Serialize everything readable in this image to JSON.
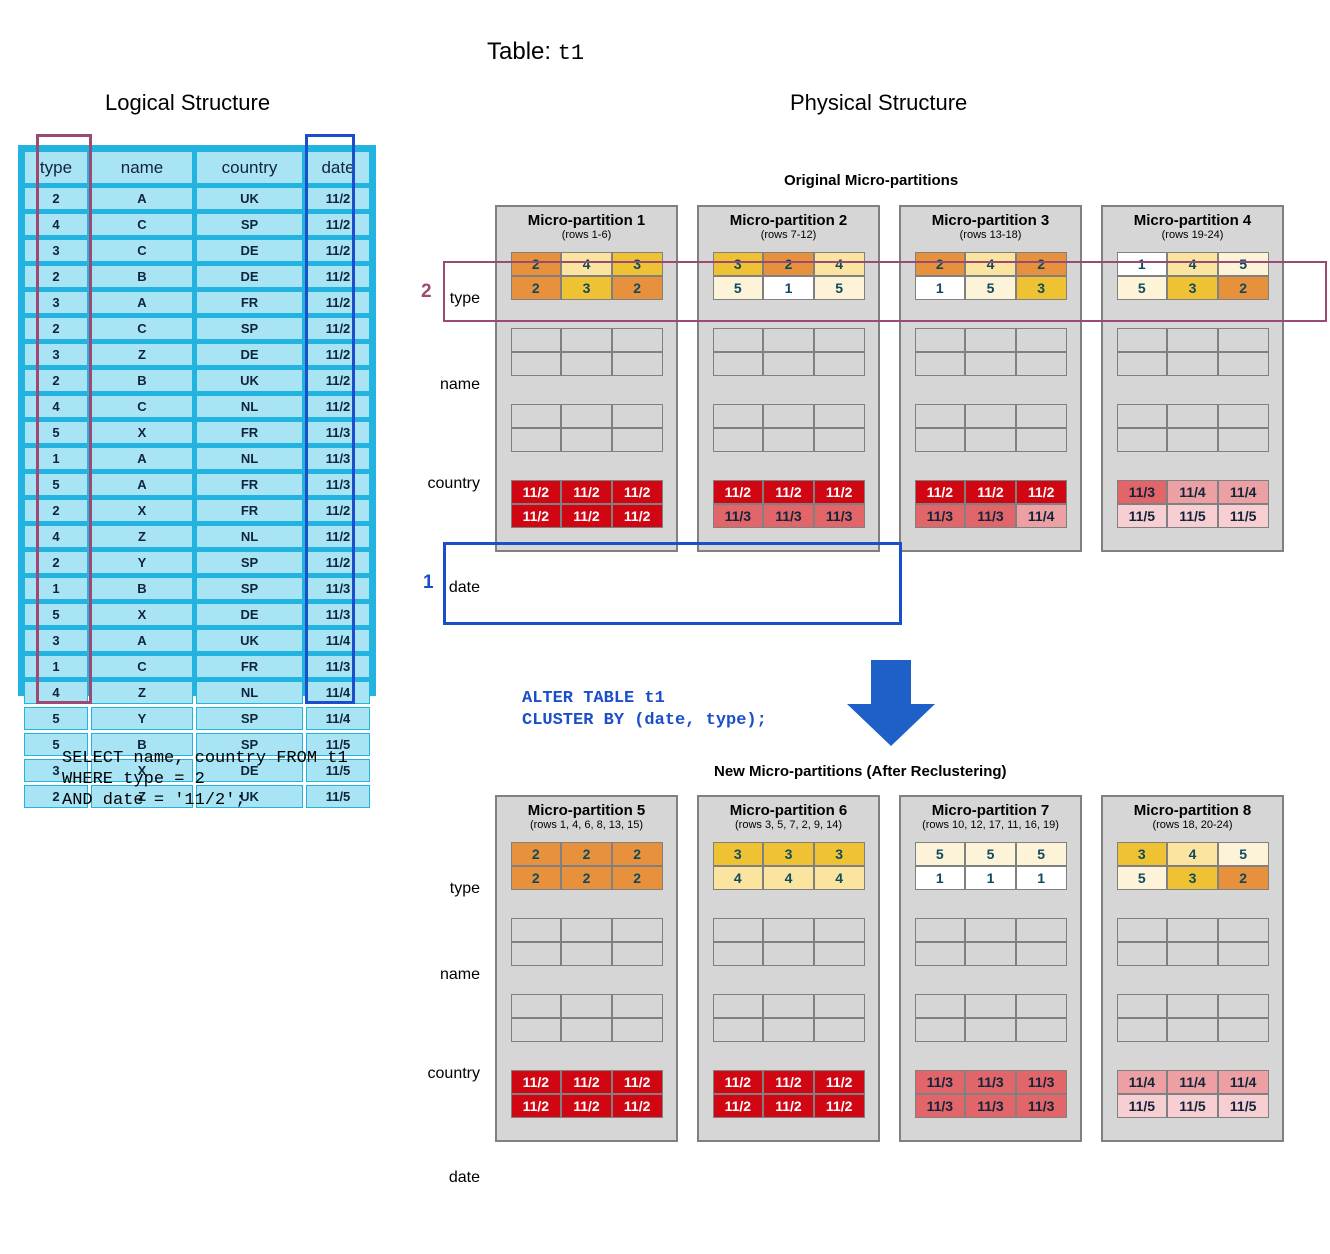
{
  "title": {
    "prefix": "Table:",
    "table": "t1"
  },
  "headings": {
    "logical": "Logical Structure",
    "physical": "Physical Structure",
    "original": "Original Micro-partitions",
    "new": "New Micro-partitions (After Reclustering)"
  },
  "logical_table": {
    "columns": [
      "type",
      "name",
      "country",
      "date"
    ],
    "rows": [
      [
        "2",
        "A",
        "UK",
        "11/2"
      ],
      [
        "4",
        "C",
        "SP",
        "11/2"
      ],
      [
        "3",
        "C",
        "DE",
        "11/2"
      ],
      [
        "2",
        "B",
        "DE",
        "11/2"
      ],
      [
        "3",
        "A",
        "FR",
        "11/2"
      ],
      [
        "2",
        "C",
        "SP",
        "11/2"
      ],
      [
        "3",
        "Z",
        "DE",
        "11/2"
      ],
      [
        "2",
        "B",
        "UK",
        "11/2"
      ],
      [
        "4",
        "C",
        "NL",
        "11/2"
      ],
      [
        "5",
        "X",
        "FR",
        "11/3"
      ],
      [
        "1",
        "A",
        "NL",
        "11/3"
      ],
      [
        "5",
        "A",
        "FR",
        "11/3"
      ],
      [
        "2",
        "X",
        "FR",
        "11/2"
      ],
      [
        "4",
        "Z",
        "NL",
        "11/2"
      ],
      [
        "2",
        "Y",
        "SP",
        "11/2"
      ],
      [
        "1",
        "B",
        "SP",
        "11/3"
      ],
      [
        "5",
        "X",
        "DE",
        "11/3"
      ],
      [
        "3",
        "A",
        "UK",
        "11/4"
      ],
      [
        "1",
        "C",
        "FR",
        "11/3"
      ],
      [
        "4",
        "Z",
        "NL",
        "11/4"
      ],
      [
        "5",
        "Y",
        "SP",
        "11/4"
      ],
      [
        "5",
        "B",
        "SP",
        "11/5"
      ],
      [
        "3",
        "X",
        "DE",
        "11/5"
      ],
      [
        "2",
        "Z",
        "UK",
        "11/5"
      ]
    ],
    "highlights": {
      "type_column": "#9c4a74",
      "date_column": "#1b4ec9"
    }
  },
  "queries": {
    "select": "SELECT name, country FROM t1\nWHERE type = 2\nAND date = '11/2';",
    "alter": "ALTER TABLE t1\nCLUSTER BY (date, type);"
  },
  "row_labels": [
    "type",
    "name",
    "country",
    "date"
  ],
  "highlight_markers": {
    "type_row": "2",
    "date_row": "1"
  },
  "original_partitions": [
    {
      "title": "Micro-partition 1",
      "rows": "(rows 1-6)",
      "type": [
        [
          "2",
          "4",
          "3"
        ],
        [
          "2",
          "3",
          "2"
        ]
      ],
      "name": [
        [
          "",
          "",
          ""
        ],
        [
          "",
          "",
          ""
        ]
      ],
      "country": [
        [
          "",
          "",
          ""
        ],
        [
          "",
          "",
          ""
        ]
      ],
      "date": [
        [
          "11/2",
          "11/2",
          "11/2"
        ],
        [
          "11/2",
          "11/2",
          "11/2"
        ]
      ]
    },
    {
      "title": "Micro-partition 2",
      "rows": "(rows 7-12)",
      "type": [
        [
          "3",
          "2",
          "4"
        ],
        [
          "5",
          "1",
          "5"
        ]
      ],
      "name": [
        [
          "",
          "",
          ""
        ],
        [
          "",
          "",
          ""
        ]
      ],
      "country": [
        [
          "",
          "",
          ""
        ],
        [
          "",
          "",
          ""
        ]
      ],
      "date": [
        [
          "11/2",
          "11/2",
          "11/2"
        ],
        [
          "11/3",
          "11/3",
          "11/3"
        ]
      ]
    },
    {
      "title": "Micro-partition 3",
      "rows": "(rows 13-18)",
      "type": [
        [
          "2",
          "4",
          "2"
        ],
        [
          "1",
          "5",
          "3"
        ]
      ],
      "name": [
        [
          "",
          "",
          ""
        ],
        [
          "",
          "",
          ""
        ]
      ],
      "country": [
        [
          "",
          "",
          ""
        ],
        [
          "",
          "",
          ""
        ]
      ],
      "date": [
        [
          "11/2",
          "11/2",
          "11/2"
        ],
        [
          "11/3",
          "11/3",
          "11/4"
        ]
      ]
    },
    {
      "title": "Micro-partition 4",
      "rows": "(rows 19-24)",
      "type": [
        [
          "1",
          "4",
          "5"
        ],
        [
          "5",
          "3",
          "2"
        ]
      ],
      "name": [
        [
          "",
          "",
          ""
        ],
        [
          "",
          "",
          ""
        ]
      ],
      "country": [
        [
          "",
          "",
          ""
        ],
        [
          "",
          "",
          ""
        ]
      ],
      "date": [
        [
          "11/3",
          "11/4",
          "11/4"
        ],
        [
          "11/5",
          "11/5",
          "11/5"
        ]
      ]
    }
  ],
  "new_partitions": [
    {
      "title": "Micro-partition 5",
      "rows": "(rows 1, 4, 6, 8, 13, 15)",
      "type": [
        [
          "2",
          "2",
          "2"
        ],
        [
          "2",
          "2",
          "2"
        ]
      ],
      "name": [
        [
          "",
          "",
          ""
        ],
        [
          "",
          "",
          ""
        ]
      ],
      "country": [
        [
          "",
          "",
          ""
        ],
        [
          "",
          "",
          ""
        ]
      ],
      "date": [
        [
          "11/2",
          "11/2",
          "11/2"
        ],
        [
          "11/2",
          "11/2",
          "11/2"
        ]
      ]
    },
    {
      "title": "Micro-partition 6",
      "rows": "(rows 3, 5, 7, 2, 9, 14)",
      "type": [
        [
          "3",
          "3",
          "3"
        ],
        [
          "4",
          "4",
          "4"
        ]
      ],
      "name": [
        [
          "",
          "",
          ""
        ],
        [
          "",
          "",
          ""
        ]
      ],
      "country": [
        [
          "",
          "",
          ""
        ],
        [
          "",
          "",
          ""
        ]
      ],
      "date": [
        [
          "11/2",
          "11/2",
          "11/2"
        ],
        [
          "11/2",
          "11/2",
          "11/2"
        ]
      ]
    },
    {
      "title": "Micro-partition 7",
      "rows": "(rows 10, 12, 17, 11, 16, 19)",
      "type": [
        [
          "5",
          "5",
          "5"
        ],
        [
          "1",
          "1",
          "1"
        ]
      ],
      "name": [
        [
          "",
          "",
          ""
        ],
        [
          "",
          "",
          ""
        ]
      ],
      "country": [
        [
          "",
          "",
          ""
        ],
        [
          "",
          "",
          ""
        ]
      ],
      "date": [
        [
          "11/3",
          "11/3",
          "11/3"
        ],
        [
          "11/3",
          "11/3",
          "11/3"
        ]
      ]
    },
    {
      "title": "Micro-partition 8",
      "rows": "(rows 18, 20-24)",
      "type": [
        [
          "3",
          "4",
          "5"
        ],
        [
          "5",
          "3",
          "2"
        ]
      ],
      "name": [
        [
          "",
          "",
          ""
        ],
        [
          "",
          "",
          ""
        ]
      ],
      "country": [
        [
          "",
          "",
          ""
        ],
        [
          "",
          "",
          ""
        ]
      ],
      "date": [
        [
          "11/4",
          "11/4",
          "11/4"
        ],
        [
          "11/5",
          "11/5",
          "11/5"
        ]
      ]
    }
  ],
  "colors": {
    "type_1": "#ffffff",
    "type_2": "#e8913c",
    "type_3": "#efc234",
    "type_4": "#fbe3a0",
    "type_5": "#fdf3d8",
    "date_11_2": "#d00713",
    "date_11_3": "#e2656a",
    "date_11_4": "#eda0a4",
    "date_11_5": "#f7ced2",
    "logical_table": "#22b3e0",
    "partition_bg": "#d6d6d6",
    "arrow": "#1e5fc8"
  }
}
